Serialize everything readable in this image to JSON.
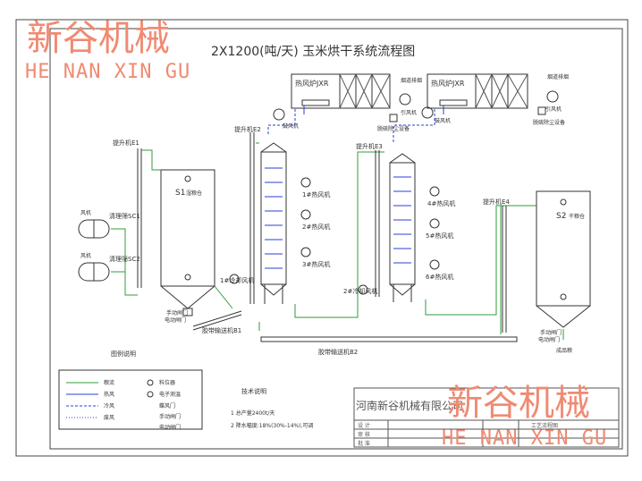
{
  "title": "2X1200(吨/天) 玉米烘干系统流程图",
  "watermark": {
    "cn": "新谷机械",
    "en": "HE NAN XIN GU"
  },
  "labels": {
    "furnace1": "热风炉JXR",
    "furnace2": "热风炉JXR",
    "smoke1": "烟道排烟",
    "smoke2": "烟道排烟",
    "induced1": "引风机",
    "induced2": "引风机",
    "dust1": "脱硫除尘设备",
    "dust2": "脱硫除尘设备",
    "blower1": "鼓风机",
    "blower2": "鼓风机",
    "elev1": "提升机E1",
    "elev2": "提升机E2",
    "elev3": "提升机E3",
    "elev4": "提升机E4",
    "bin1": "S1",
    "bin1_sub": "湿粮仓",
    "bin2": "S2",
    "bin2_sub": "干粮仓",
    "fan_small1": "风机",
    "fan_small2": "风机",
    "cleaner1": "清理筛SC1",
    "cleaner2": "清理筛SC2",
    "fan1": "1#热风机",
    "fan2": "2#热风机",
    "fan3": "3#热风机",
    "fan4": "4#热风机",
    "fan5": "5#热风机",
    "fan6": "6#热风机",
    "cool1": "1#冷却风机",
    "cool2": "2#冷却风机",
    "gate1a": "手动闸门",
    "gate1b": "电动闸门",
    "gate2a": "手动闸门",
    "gate2b": "电动闸门",
    "belt1": "胶带输送机B1",
    "belt2": "胶带输送机B2",
    "outlet": "成品粮"
  },
  "legend": {
    "title": "图例说明",
    "items": [
      "粮流",
      "热风",
      "冷风",
      "废风",
      "料位器",
      "电子测温",
      "蝶风门",
      "手动闸门",
      "电动闸门"
    ]
  },
  "tech": {
    "title": "技术说明",
    "line1": "1 总产量2400t/天",
    "line2": "2 降水幅度:18%(30%-14%),可调"
  },
  "titleblock": {
    "company": "河南新谷机械有限公司",
    "cells": [
      "设 计",
      "审 核",
      "批 准",
      "工艺流程图"
    ]
  },
  "colors": {
    "line": "#3a3a3a",
    "green": "#2f9e3a",
    "blue": "#2b3fd6",
    "watermark": "#f08a72"
  }
}
